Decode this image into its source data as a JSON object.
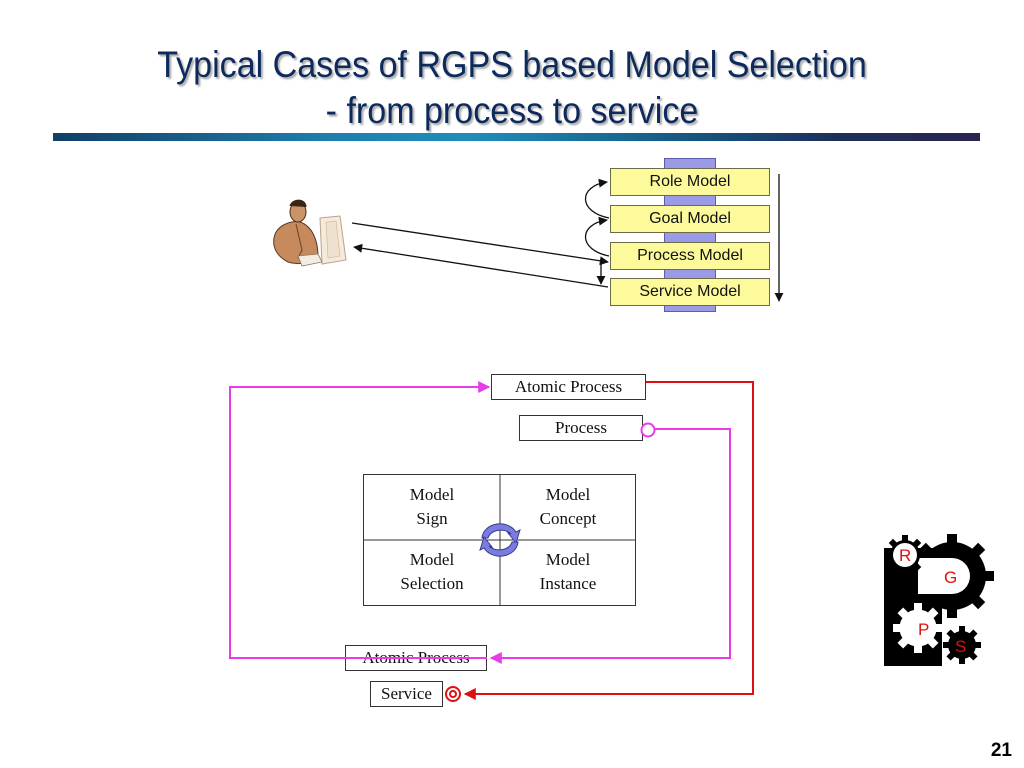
{
  "slide": {
    "title_line1": "Typical Cases of RGPS based Model Selection",
    "title_line2": "- from process to service",
    "page_number": "21"
  },
  "rgps_stack": {
    "models": [
      {
        "label": "Role Model"
      },
      {
        "label": "Goal Model"
      },
      {
        "label": "Process Model"
      },
      {
        "label": "Service Model"
      }
    ],
    "box_color": "#fdfa9b",
    "spine_color": "#9a9ae6"
  },
  "user_figure": {
    "icon": "user-at-computer-icon"
  },
  "flow": {
    "top_atomic_process": "Atomic Process",
    "process": "Process",
    "bottom_atomic_process": "Atomic Process",
    "service": "Service",
    "magenta_color": "#e83ce8",
    "red_color": "#dd1111"
  },
  "quadrant": {
    "top_left": [
      "Model",
      "Sign"
    ],
    "top_right": [
      "Model",
      "Concept"
    ],
    "bottom_left": [
      "Model",
      "Selection"
    ],
    "bottom_right": [
      "Model",
      "Instance"
    ],
    "cycle_icon": "cycle-arrows-icon",
    "cycle_color": "#7b7be0"
  },
  "logo": {
    "letters": [
      "R",
      "G",
      "P",
      "S"
    ],
    "letter_color": "#e01010"
  }
}
